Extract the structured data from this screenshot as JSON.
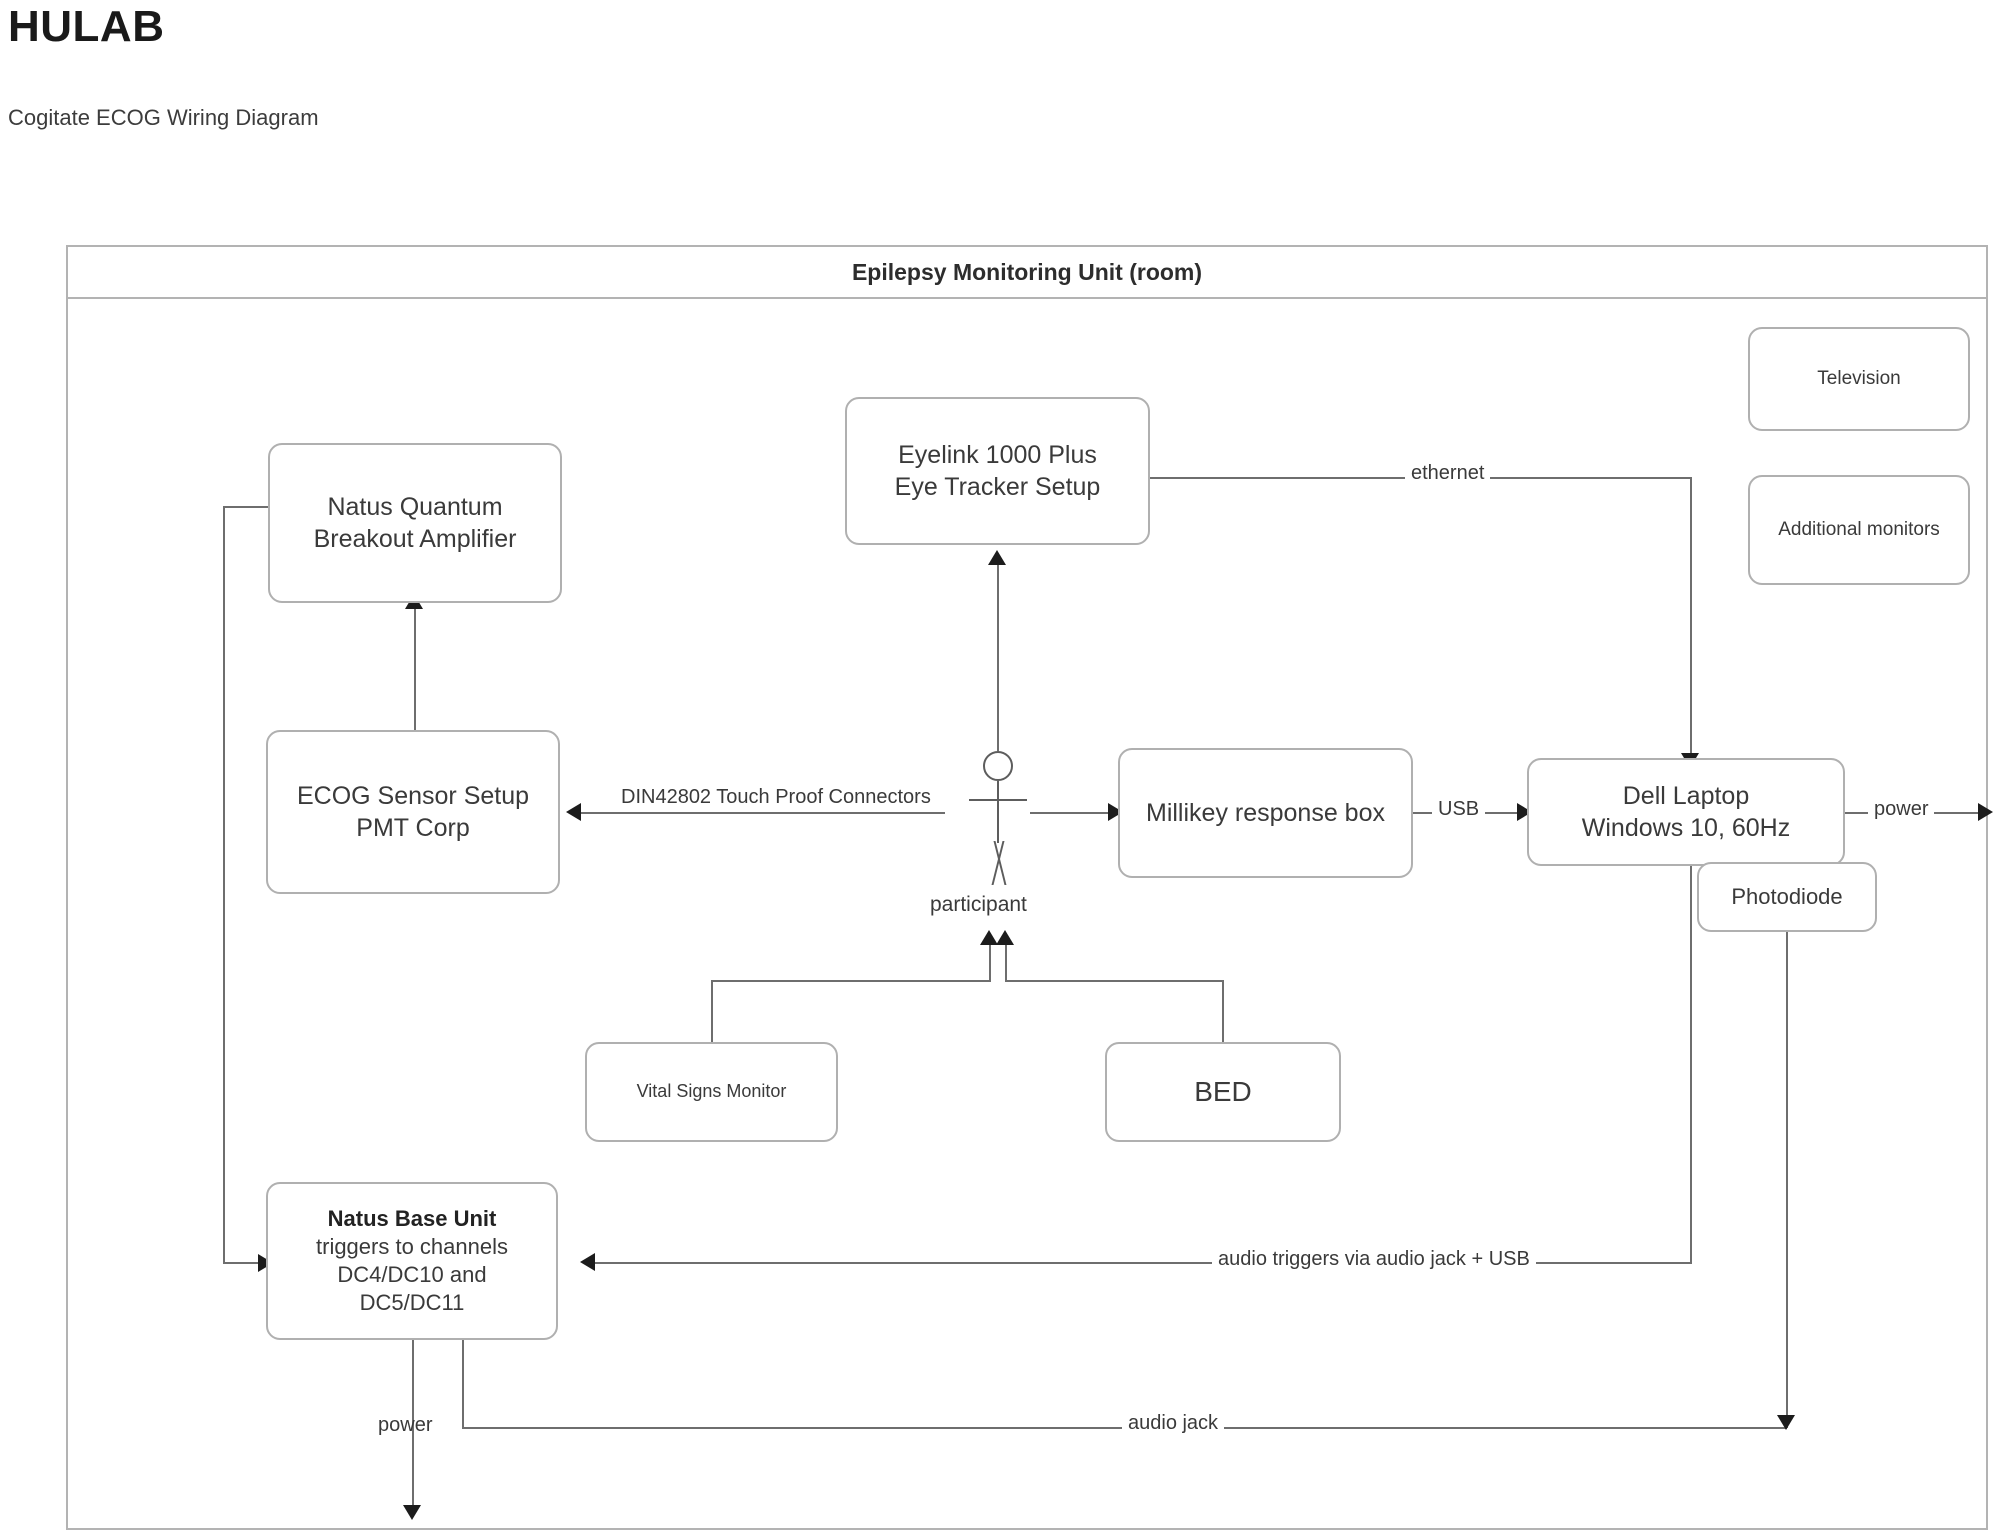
{
  "header": {
    "brand": "HULAB",
    "subtitle": "Cogitate ECOG Wiring Diagram"
  },
  "room": {
    "title": "Epilepsy Monitoring Unit (room)"
  },
  "nodes": {
    "natus_quantum": {
      "line1": "Natus Quantum",
      "line2": "Breakout Amplifier"
    },
    "ecog_sensor": {
      "line1": "ECOG Sensor Setup",
      "line2": "PMT Corp"
    },
    "eyelink": {
      "line1": "Eyelink 1000 Plus",
      "line2": "Eye Tracker Setup"
    },
    "television": {
      "label": "Television"
    },
    "additional_monitors": {
      "label": "Additional monitors"
    },
    "millikey": {
      "label": "Millikey response box"
    },
    "dell_laptop": {
      "line1": "Dell Laptop",
      "line2": "Windows 10, 60Hz"
    },
    "photodiode": {
      "label": "Photodiode"
    },
    "vital_signs": {
      "label": "Vital Signs Monitor"
    },
    "bed": {
      "label": "BED"
    },
    "natus_base": {
      "line1": "Natus Base Unit",
      "line2": "triggers to channels",
      "line3": "DC4/DC10 and",
      "line4": "DC5/DC11"
    },
    "participant": {
      "label": "participant"
    }
  },
  "edges": {
    "din_connectors": {
      "line1": "DIN42802",
      "line2": "Touch Proof Connectors"
    },
    "ethernet": {
      "label": "ethernet"
    },
    "usb": {
      "label": "USB"
    },
    "power_right": {
      "label": "power"
    },
    "power_bottom": {
      "label": "power"
    },
    "audio_triggers": {
      "label": "audio triggers via audio jack + USB"
    },
    "audio_jack": {
      "label": "audio jack"
    }
  },
  "colors": {
    "node_border": "#b0b0b0",
    "connector": "#6e6e6e",
    "arrowhead": "#1c1c1c",
    "text": "#3a3a3a",
    "background": "#ffffff"
  }
}
